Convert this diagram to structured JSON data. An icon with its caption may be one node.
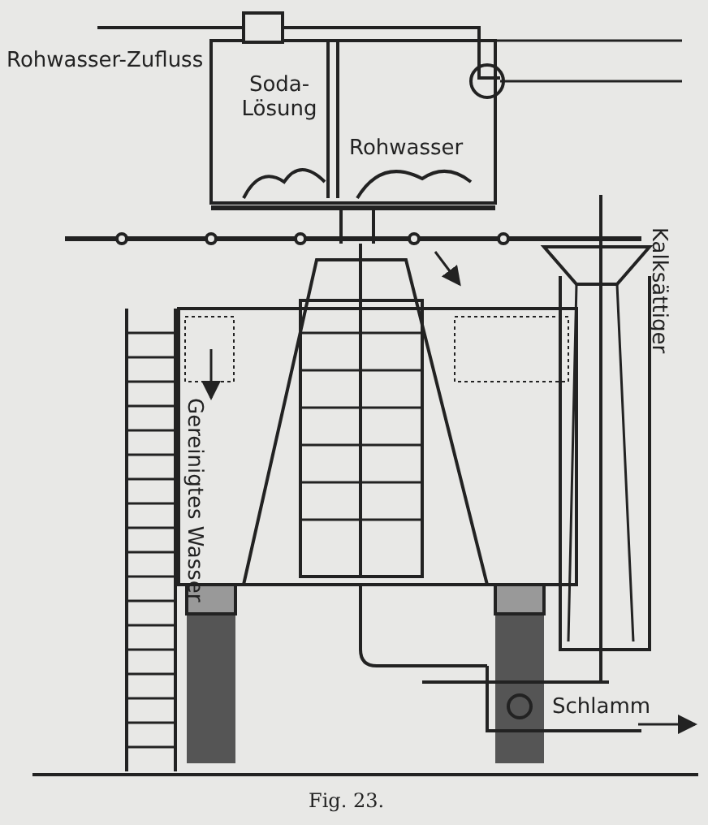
{
  "diagram": {
    "caption": "Fig. 23.",
    "labels": [
      "Rohwasser-Zufluss",
      "Soda-Lösung",
      "Rohwasser",
      "Kalksättiger",
      "Gereinigtes Wasser",
      "Schlamm"
    ]
  }
}
